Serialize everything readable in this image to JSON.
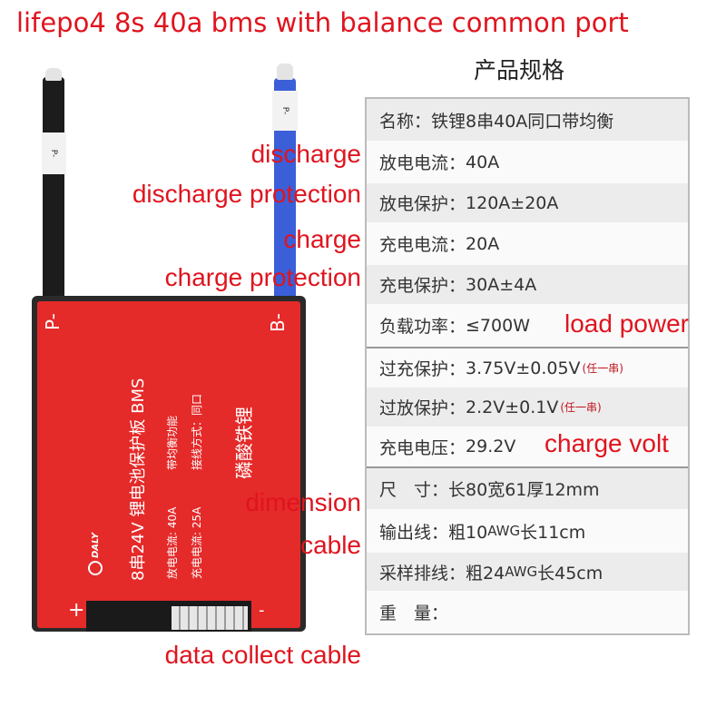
{
  "title": "lifepo4 8s 40a bms with balance common port",
  "spec_title": "产品规格",
  "specs": [
    {
      "label": "名称：",
      "value": "铁锂8串40A同口带均衡"
    },
    {
      "label": "放电电流：",
      "value": "40A"
    },
    {
      "label": "放电保护：",
      "value": "120A±20A"
    },
    {
      "label": "充电电流：",
      "value": "20A"
    },
    {
      "label": "充电保护：",
      "value": "30A±4A"
    },
    {
      "label": "负载功率：",
      "value": "≤700W"
    },
    {
      "label": "过充保护：",
      "value": "3.75V±0.05V",
      "note": "(任一串)"
    },
    {
      "label": "过放保护：",
      "value": "2.2V±0.1V",
      "note": "(任一串)"
    },
    {
      "label": "充电电压：",
      "value": "29.2V"
    },
    {
      "label": "尺　寸：",
      "value": "长80宽61厚12mm"
    },
    {
      "label": "输出线：",
      "value_a": "粗10",
      "unit": "AWG",
      "value_b": " 长11cm"
    },
    {
      "label": "采样排线：",
      "value_a": "粗24",
      "unit": "AWG",
      "value_b": " 长45cm"
    },
    {
      "label": "重　量：",
      "value": ""
    }
  ],
  "annotations": {
    "discharge": "discharge",
    "discharge_protection": "discharge protection",
    "charge": "charge",
    "charge_protection": "charge protection",
    "load_power": "load power",
    "charge_volt": "charge volt",
    "dimension": "dimension",
    "cable": "cable",
    "data_collect_cable": "data collect cable"
  },
  "product": {
    "wire_label_black": "P-",
    "wire_label_blue": "P-",
    "terminal_p": "P-",
    "terminal_b": "B-",
    "plus": "+",
    "minus": "-",
    "line1": "8串24V 锂电池保护板 BMS",
    "line2a": "放电电流: 40A",
    "line2b": "带均衡功能",
    "line3a": "充电电流: 25A",
    "line3b": "接线方式：同口",
    "line4": "磷酸铁锂",
    "logo": "DALY"
  },
  "colors": {
    "annotation": "#e0141e",
    "board": "#e52a2a",
    "blue_wire": "#3a5fd8"
  }
}
